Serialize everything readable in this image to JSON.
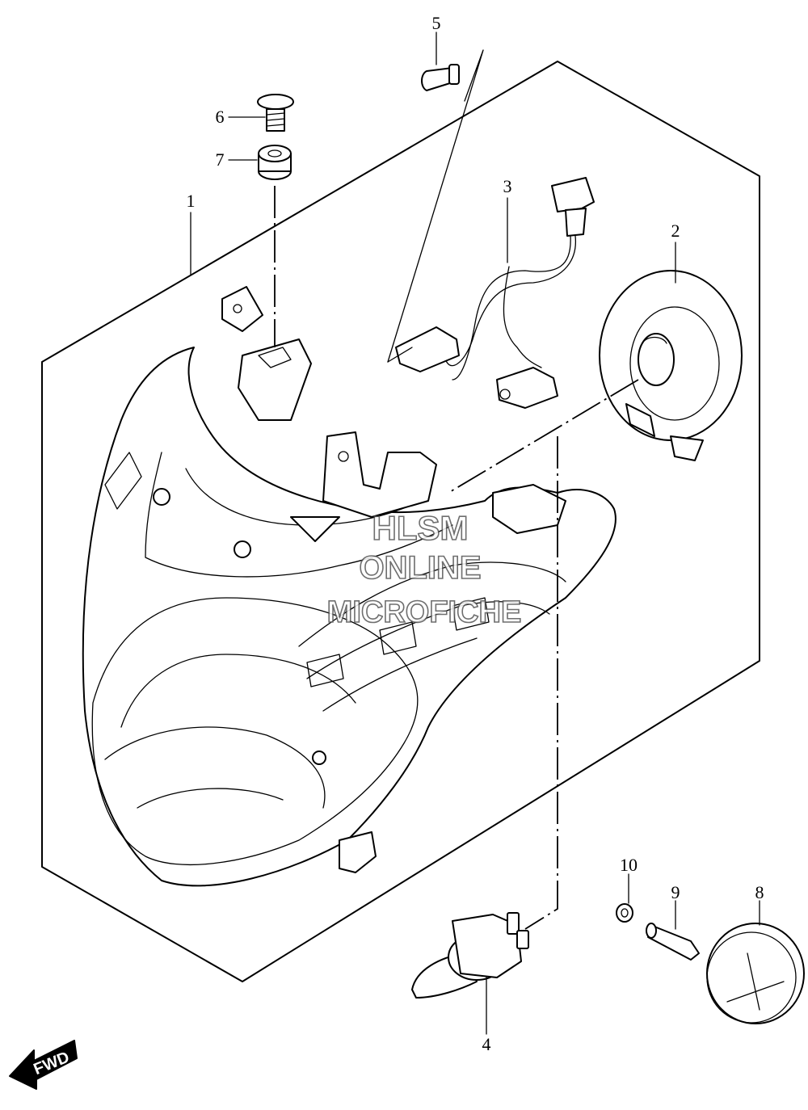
{
  "callouts": [
    {
      "id": "1",
      "label": "1"
    },
    {
      "id": "2",
      "label": "2"
    },
    {
      "id": "3",
      "label": "3"
    },
    {
      "id": "4",
      "label": "4"
    },
    {
      "id": "5",
      "label": "5"
    },
    {
      "id": "6",
      "label": "6"
    },
    {
      "id": "7",
      "label": "7"
    },
    {
      "id": "8",
      "label": "8"
    },
    {
      "id": "9",
      "label": "9"
    },
    {
      "id": "10",
      "label": "10"
    }
  ],
  "watermark": {
    "line1": "HLSM",
    "line2": "ONLINE",
    "line3": "MICROFICHE"
  },
  "direction_badge": {
    "label": "FWD"
  }
}
